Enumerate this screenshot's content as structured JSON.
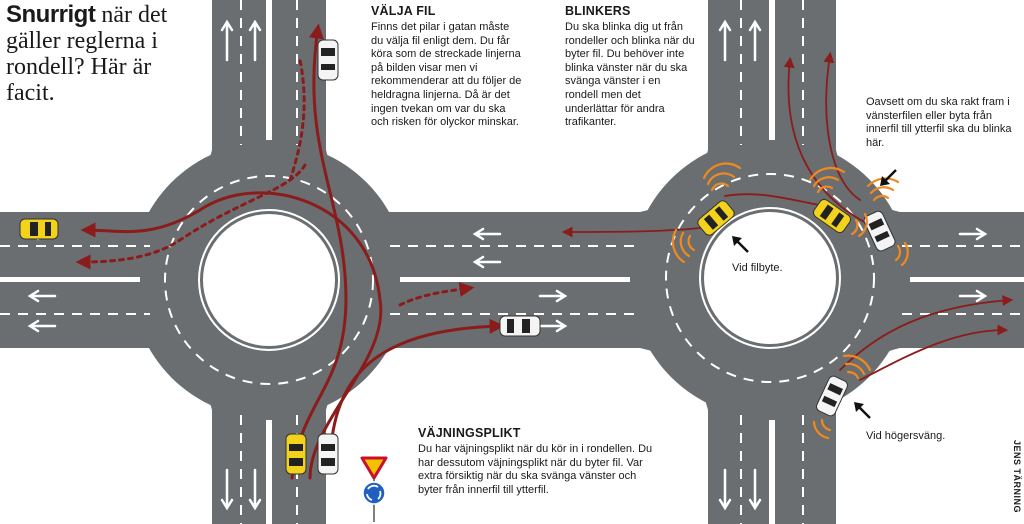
{
  "headline": {
    "bold": "Snurrigt",
    "rest": " när det gäller reglerna i rondell? Här är facit."
  },
  "sections": {
    "valja_fil": {
      "title": "VÄLJA FIL",
      "body": "Finns det pilar i gatan måste du välja fil enligt dem. Du får köra som de streckade linjerna på bilden visar men vi rekommenderar att du följer de heldragna linjerna. Då är det ingen tvekan om var du ska och risken för olyckor minskar."
    },
    "blinkers": {
      "title": "BLINKERS",
      "body": "Du ska blinka dig ut från rondeller och blinka när du byter fil. Du behöver inte blinka vänster när du ska svänga vänster i en rondell men det underlättar för andra trafikanter."
    },
    "vajningsplikt": {
      "title": "VÄJNINGSPLIKT",
      "body": "Du har väjningsplikt när du kör in i rondellen. Du har dessutom väjningsplikt när du byter fil. Var extra försiktig när du ska svänga vänster och byter från innerfil till ytterfil."
    }
  },
  "callouts": {
    "blink_here": "Oavsett om du ska rakt fram i vänsterfilen eller byta från innerfil till ytterfil ska du blinka här.",
    "lane_change": "Vid filbyte.",
    "right_turn": "Vid högersväng."
  },
  "credit": "JENS TÄRNING",
  "colors": {
    "asphalt": "#6b6e70",
    "lane_marking": "#ffffff",
    "route": "#8a1c1c",
    "taxi": "#f2d21b",
    "car_white": "#f4f4f4",
    "blinker": "#f08a1d"
  },
  "icons": [
    "yield-sign-icon",
    "roundabout-sign-icon",
    "lane-arrow-icon",
    "blinker-icon",
    "pointer-arrow-icon"
  ]
}
